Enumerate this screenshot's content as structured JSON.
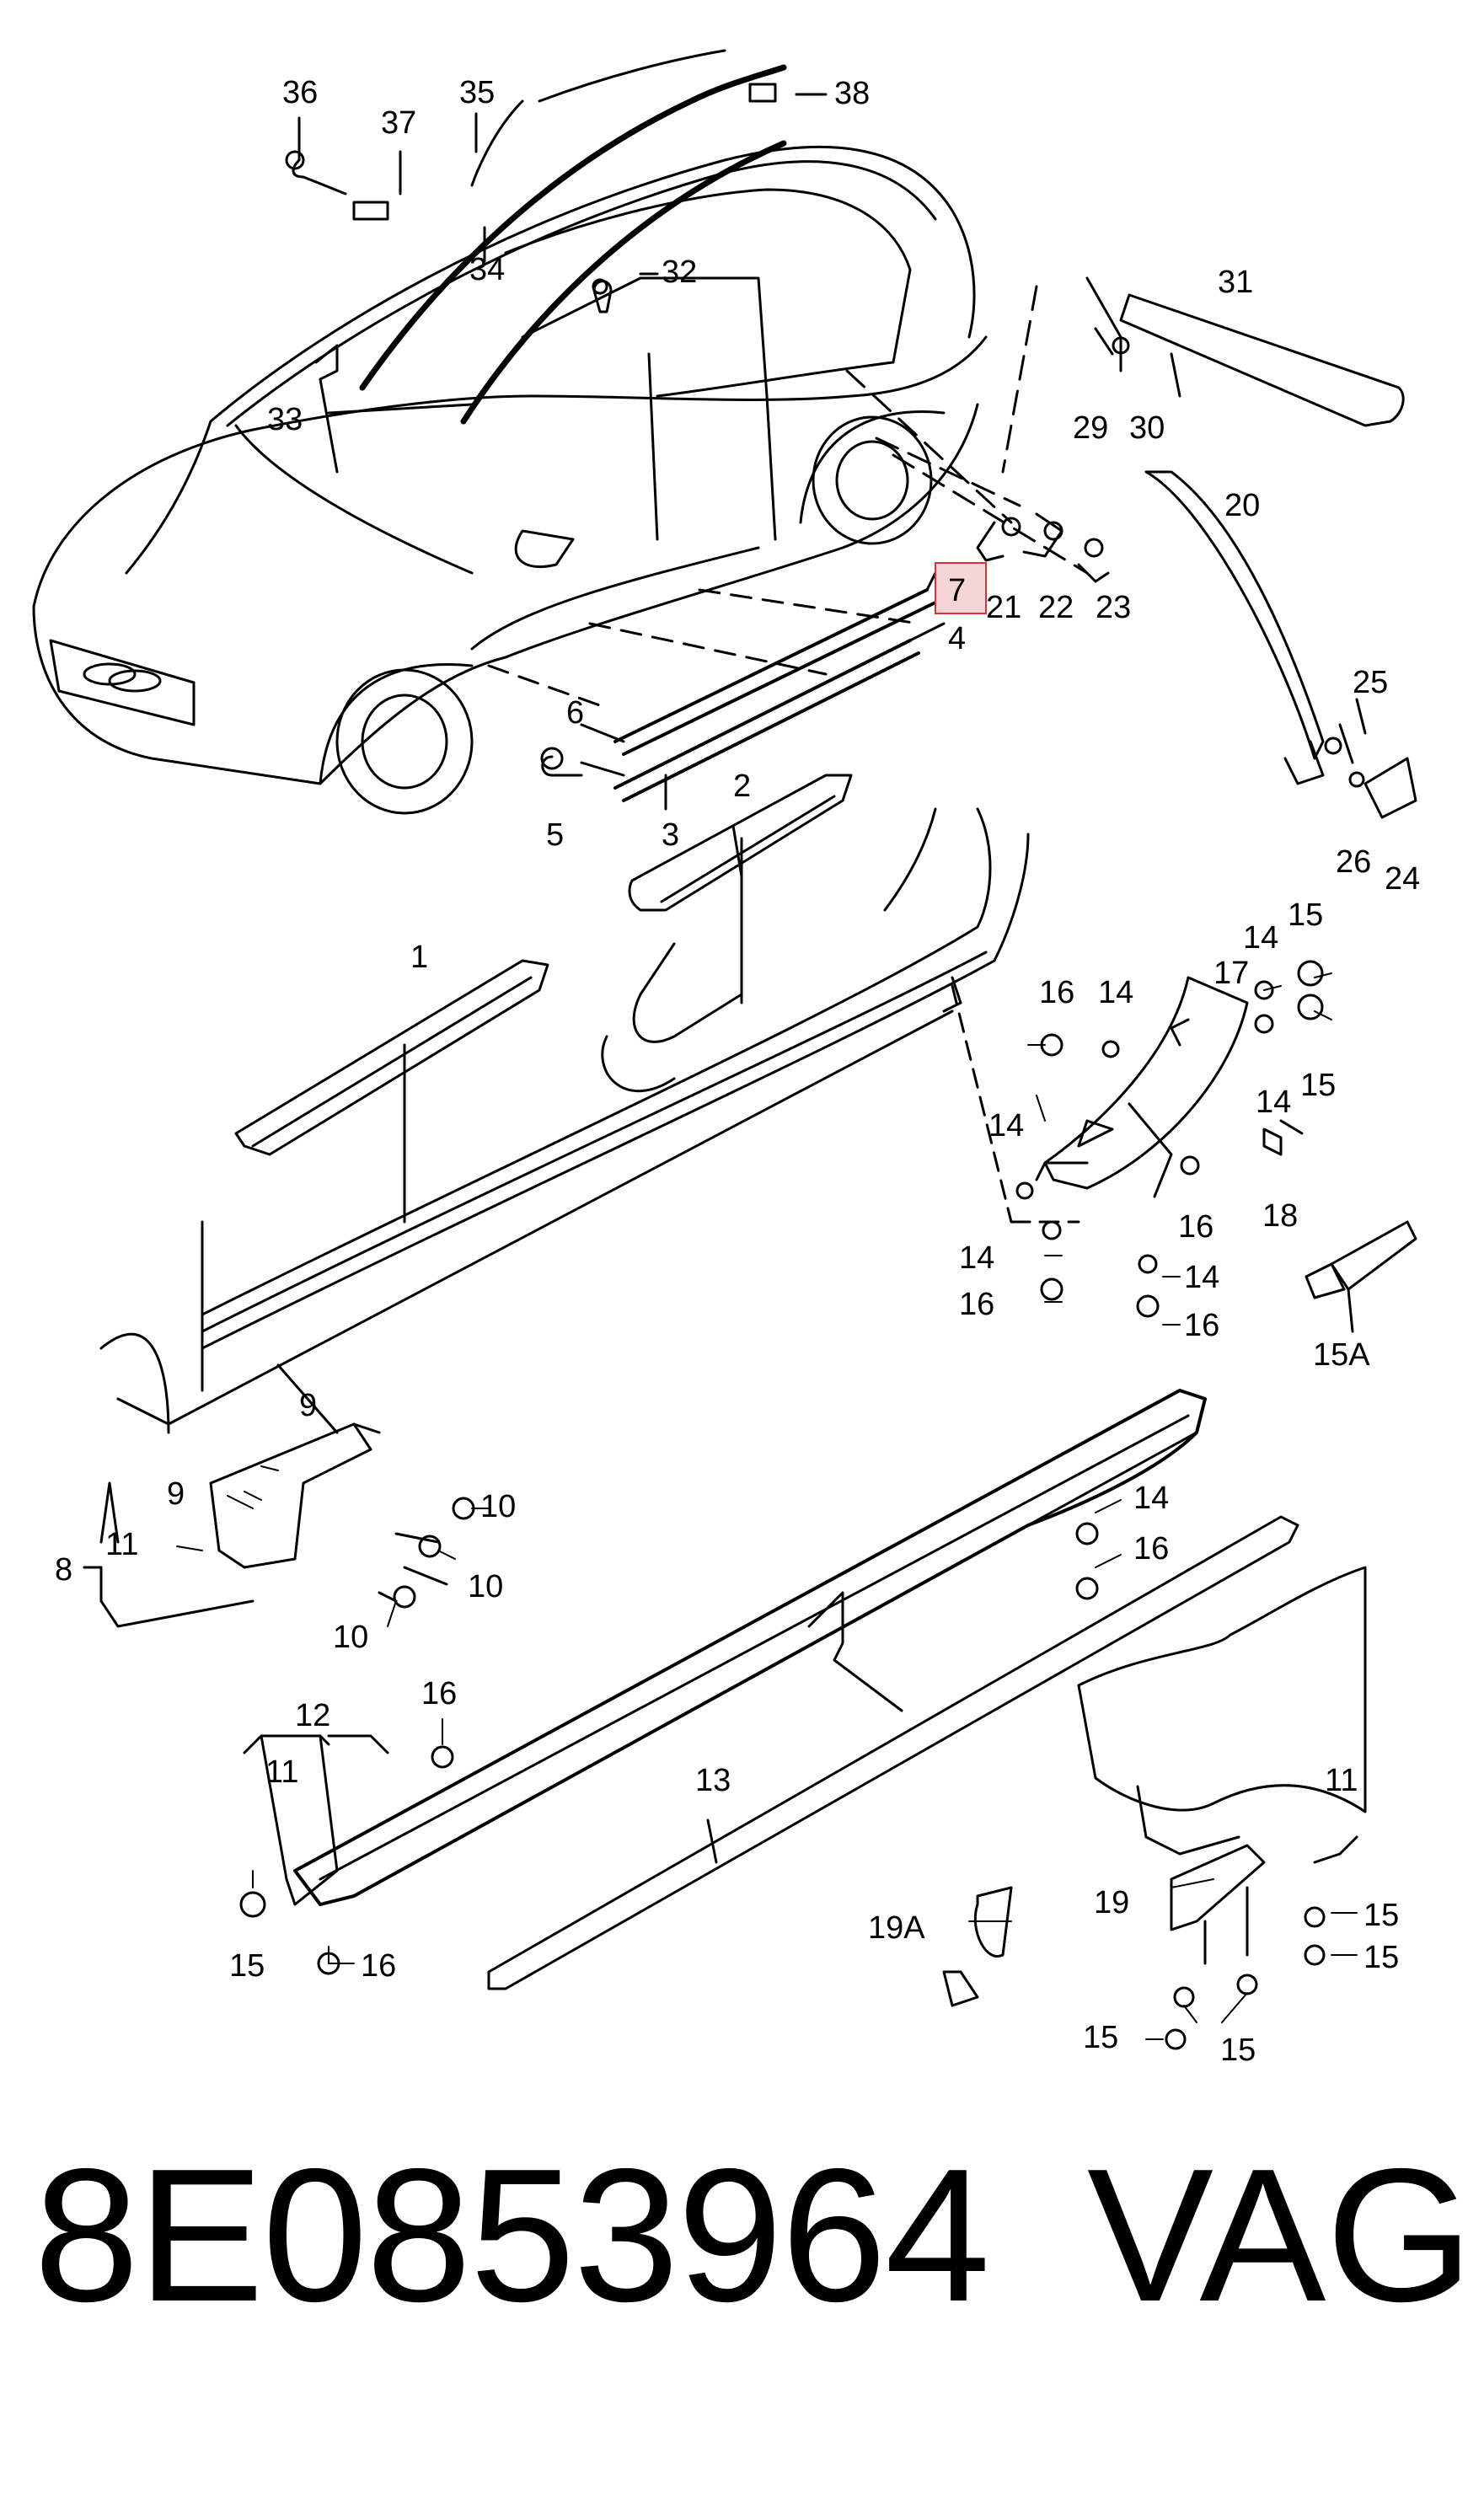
{
  "labels": {
    "l36": "36",
    "l37": "37",
    "l35": "35",
    "l38": "38",
    "l34": "34",
    "l32": "32",
    "l33": "33",
    "l31": "31",
    "l29": "29",
    "l30": "30",
    "l20": "20",
    "l7": "7",
    "l21": "21",
    "l22": "22",
    "l23": "23",
    "l4": "4",
    "l6": "6",
    "l5": "5",
    "l3": "3",
    "l2": "2",
    "l25": "25",
    "l26": "26",
    "l24": "24",
    "l1": "1",
    "l17": "17",
    "l16a": "16",
    "l14a": "14",
    "l14b": "14",
    "l15a": "15",
    "l15b": "15",
    "l14c": "14",
    "l14d": "14",
    "l14e": "14",
    "l16b": "16",
    "l14f": "14",
    "l16c": "16",
    "l16d": "16",
    "l18": "18",
    "l15A": "15A",
    "l9a": "9",
    "l9b": "9",
    "l8": "8",
    "l11a": "11",
    "l10a": "10",
    "l10b": "10",
    "l10c": "10",
    "l14g": "14",
    "l16e": "16",
    "l12": "12",
    "l11b": "11",
    "l16f": "16",
    "l13": "13",
    "l15c": "15",
    "l16g": "16",
    "l19A": "19A",
    "l11c": "11",
    "l19": "19",
    "l15d": "15",
    "l15e": "15",
    "l15f": "15",
    "l15g": "15"
  },
  "highlight": {
    "label": "7",
    "fill": "#f7d4d6",
    "stroke": "#d0333a"
  },
  "footer": {
    "part_number": "8E0853964",
    "brand": "VAG"
  }
}
